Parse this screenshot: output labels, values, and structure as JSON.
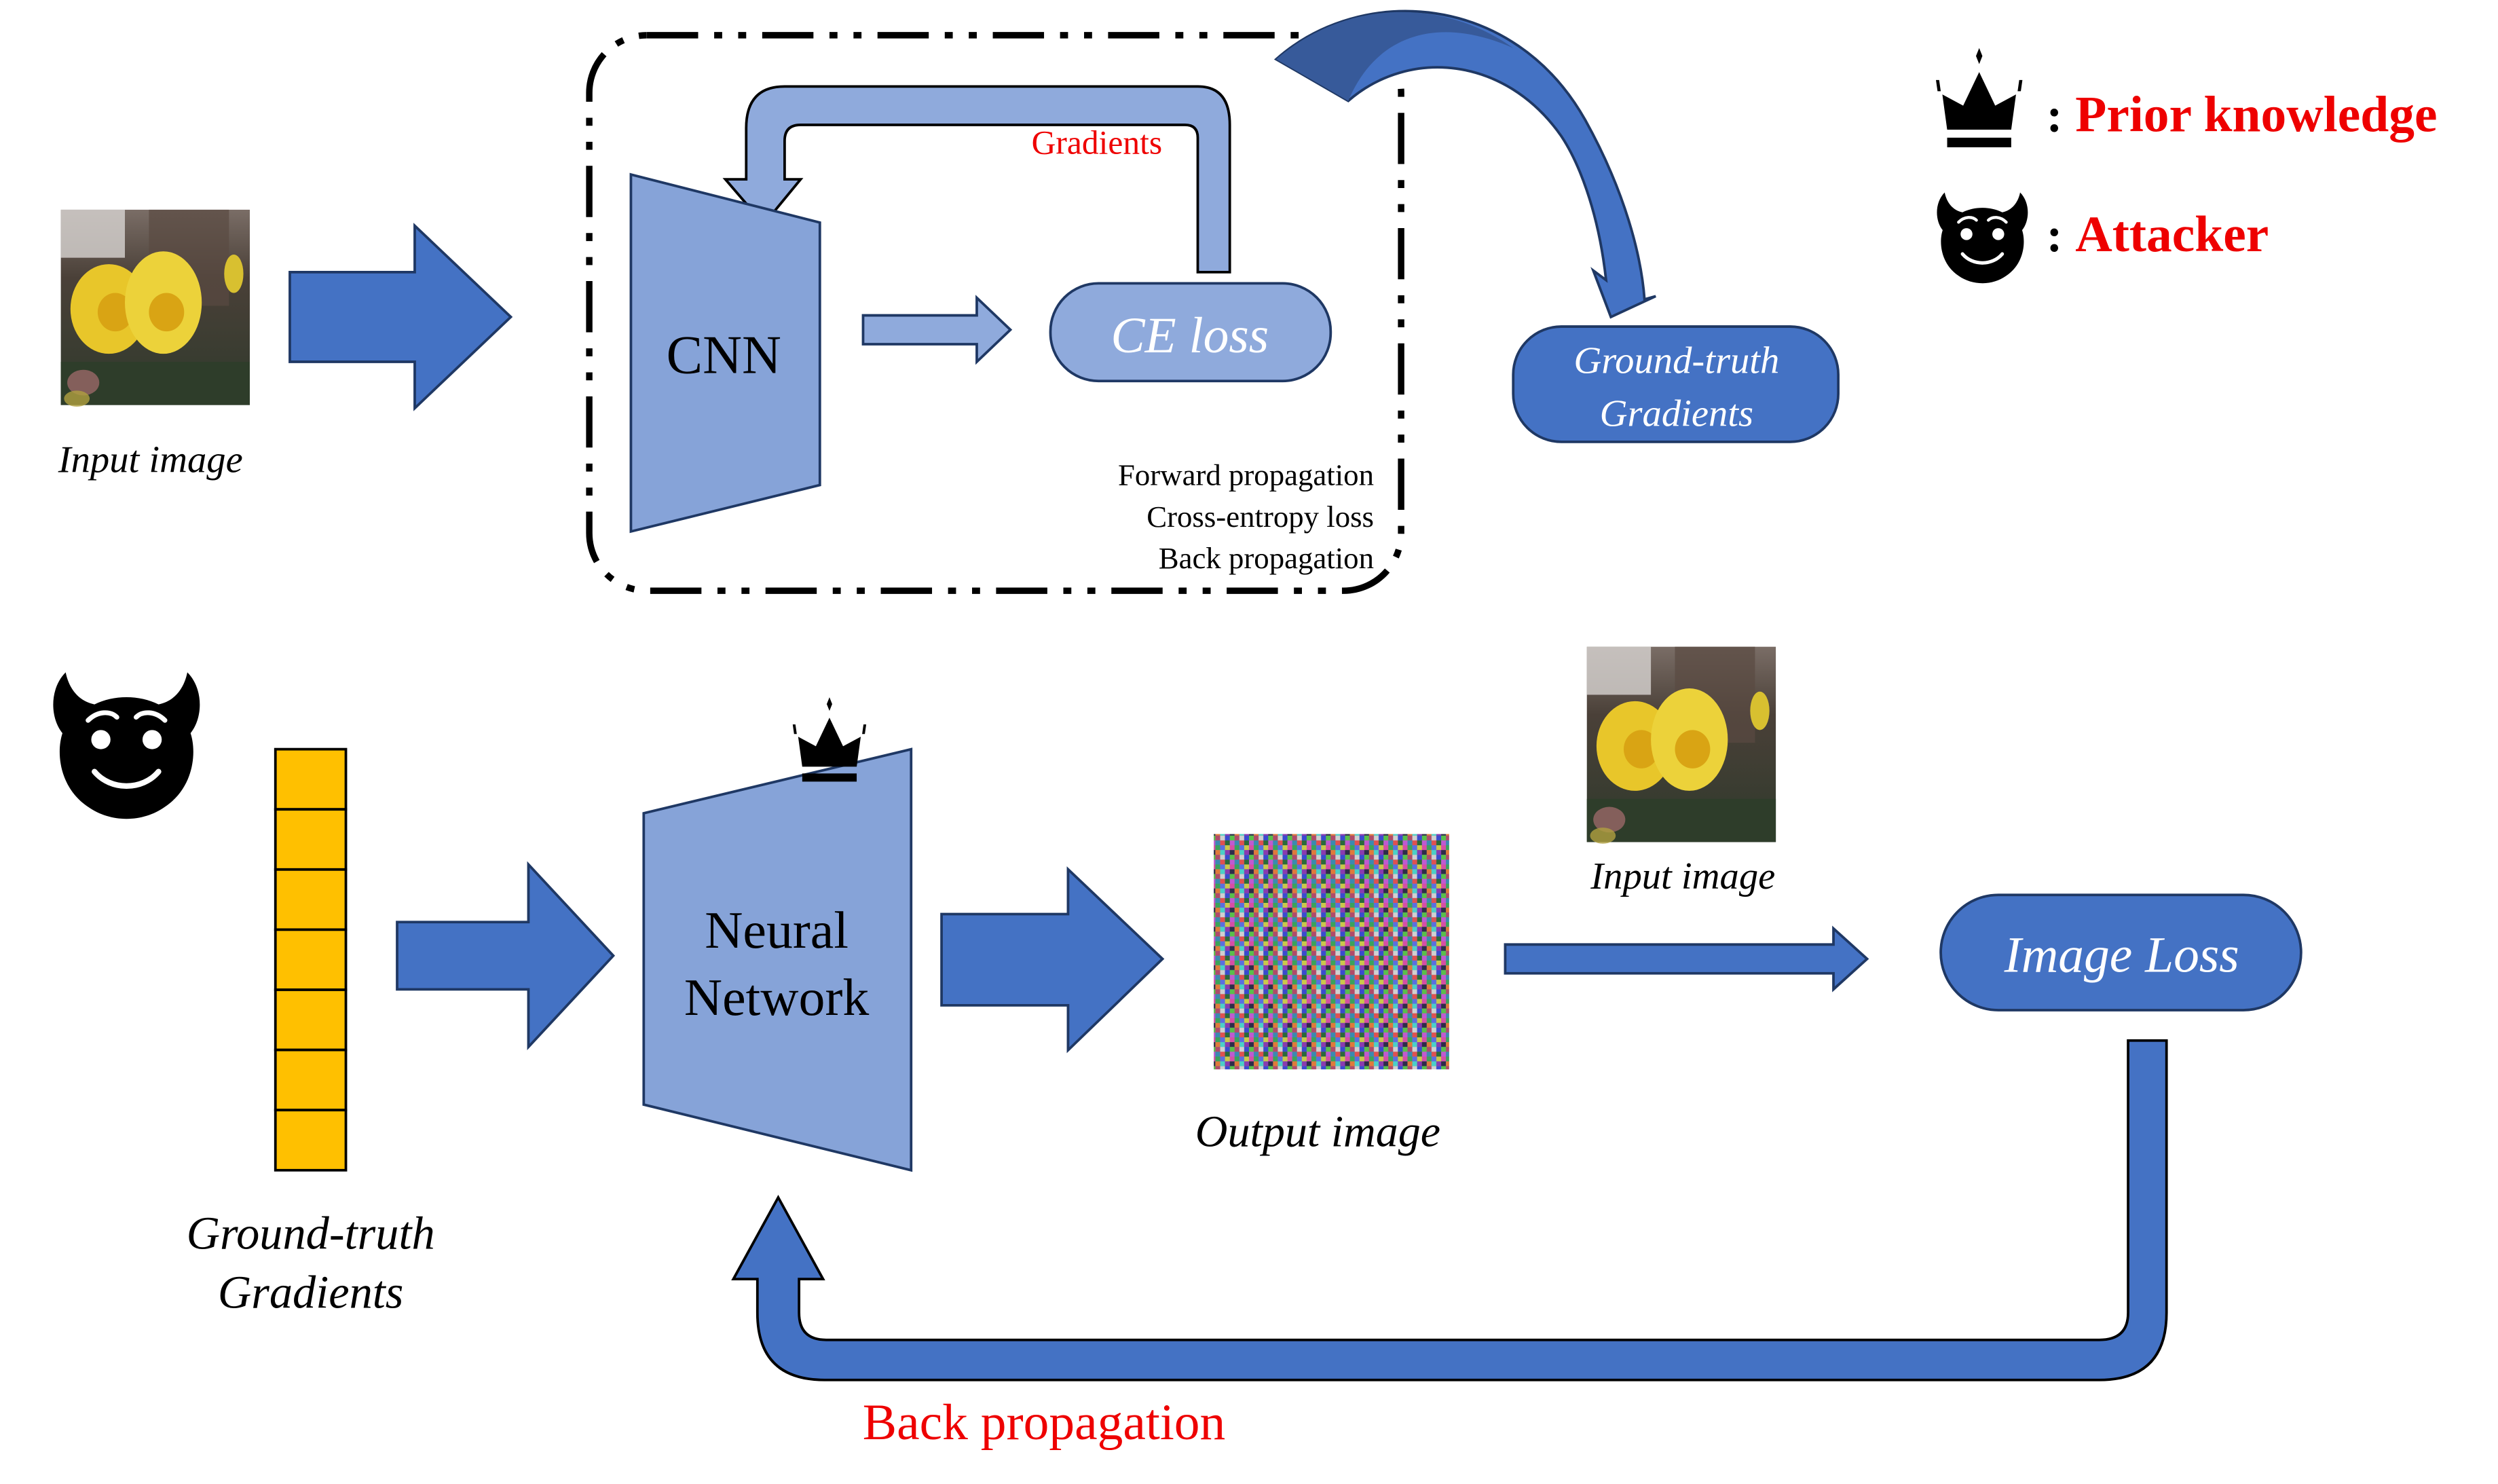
{
  "colors": {
    "primary_blue": "#4472c4",
    "light_blue": "#8faadc",
    "dark_outline": "#1f3864",
    "vector_yellow": "#ffc000",
    "highlight_red": "#ee0000",
    "curved_arrow_top": "#375a9a"
  },
  "top_section": {
    "input_image_label": "Input image",
    "cnn_label": "CNN",
    "gradients_label": "Gradients",
    "ce_loss_label": "CE loss",
    "box_notes": [
      "Forward propagation",
      "Cross-entropy loss",
      "Back propagation"
    ],
    "ground_truth_box": {
      "line1": "Ground-truth",
      "line2": "Gradients"
    }
  },
  "legend": {
    "items": [
      {
        "icon": "crown-icon",
        "separator": ":",
        "label": "Prior knowledge"
      },
      {
        "icon": "devil-face-icon",
        "separator": ":",
        "label": "Attacker"
      }
    ]
  },
  "bottom_section": {
    "gradient_vector_cells": 7,
    "ground_truth_label": {
      "line1": "Ground-truth",
      "line2": "Gradients"
    },
    "neural_network_label": {
      "line1": "Neural",
      "line2": "Network"
    },
    "output_image_label": "Output image",
    "input_image_label": "Input image",
    "image_loss_label": "Image Loss",
    "back_propagation_label": "Back propagation"
  }
}
